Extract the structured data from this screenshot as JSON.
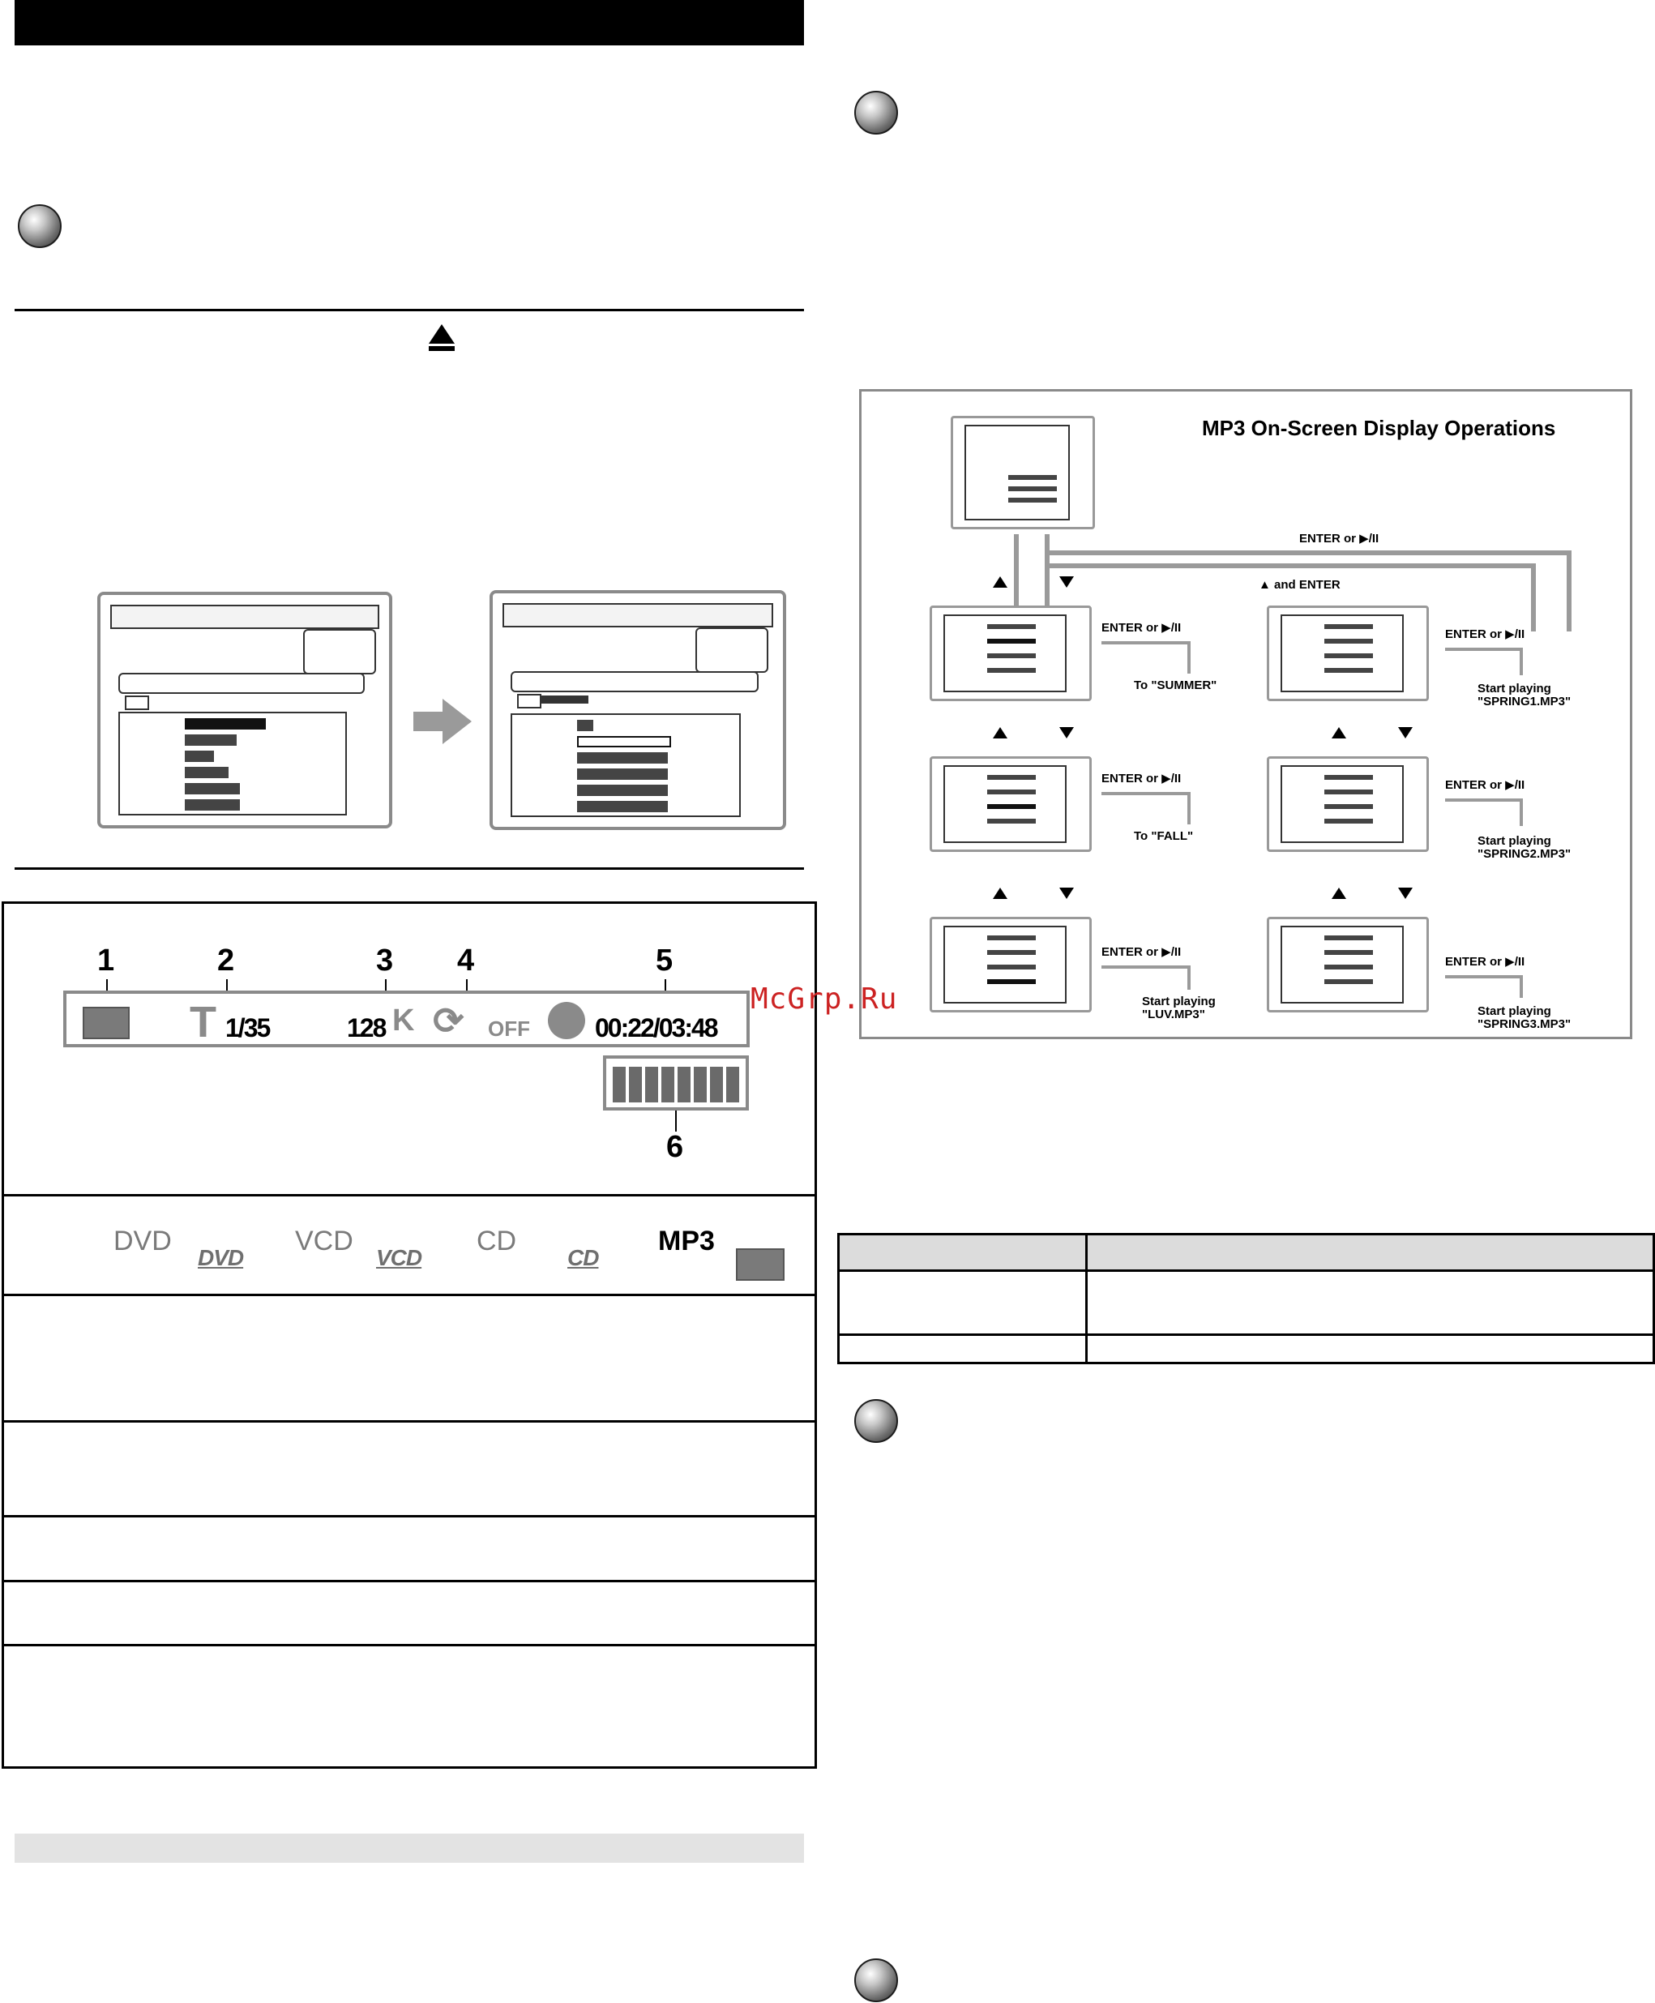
{
  "osd": {
    "callouts": [
      "1",
      "2",
      "3",
      "4",
      "5",
      "6"
    ],
    "track_prefix": "T",
    "track": "1/35",
    "bitrate": "128",
    "bitrate_unit": "K",
    "repeat_state": "OFF",
    "time": "00:22/03:48"
  },
  "disc_types": {
    "dvd_label": "DVD",
    "dvd_logo": "DVD",
    "vcd_label": "VCD",
    "vcd_logo": "VCD",
    "cd_label": "CD",
    "cd_logo": "CD",
    "mp3_label": "MP3"
  },
  "diagram": {
    "title": "MP3 On-Screen Display Operations",
    "enter_or_play_top": "ENTER or ▶/II",
    "up_and_enter": "▲ and ENTER",
    "enter_or_play": "ENTER or ▶/II",
    "to_summer": "To \"SUMMER\"",
    "to_fall": "To \"FALL\"",
    "start_playing": "Start playing",
    "spring1_mp3": "\"SPRING1.MP3\"",
    "spring2_mp3": "\"SPRING2.MP3\"",
    "spring3_mp3": "\"SPRING3.MP3\"",
    "love_mp3": "\"LUV.MP3\""
  },
  "watermark": "McGrp.Ru",
  "colors": {
    "panel_border": "#000000",
    "screen_border": "#8a8a8a",
    "arrow_gray": "#9a9a9a",
    "watermark": "#cc2222"
  }
}
